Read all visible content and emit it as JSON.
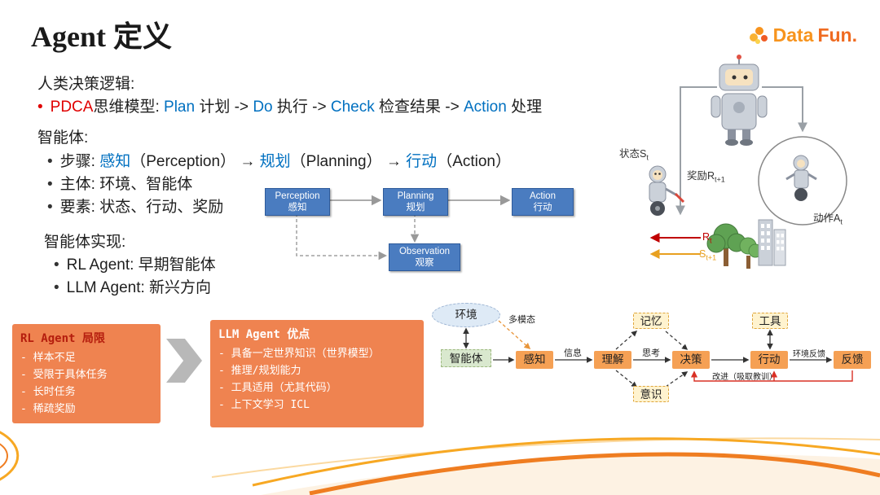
{
  "header": {
    "title": "Agent 定义",
    "brand_part1": "Data",
    "brand_part2": "Fun."
  },
  "ui": {
    "bullet": "•"
  },
  "human": {
    "heading": "人类决策逻辑:",
    "pdca": "PDCA",
    "model_label": "思维模型: ",
    "chain": [
      "Plan",
      " 计划 -> ",
      "Do",
      " 执行 -> ",
      "Check",
      " 检查结果 -> ",
      "Action",
      " 处理"
    ]
  },
  "agent": {
    "heading": "智能体:",
    "step_label": "步骤: ",
    "step_parts": [
      "感知",
      "（Perception） → ",
      "规划",
      "（Planning） → ",
      "行动",
      "（Action）"
    ],
    "subject": "主体: 环境、智能体",
    "elements": "要素: 状态、行动、奖励"
  },
  "impl": {
    "heading": "智能体实现:",
    "item1": "RL Agent: 早期智能体",
    "item2": "LLM Agent: 新兴方向"
  },
  "flow": {
    "perception": {
      "en": "Perception",
      "zh": "感知"
    },
    "planning": {
      "en": "Planning",
      "zh": "规划"
    },
    "action": {
      "en": "Action",
      "zh": "行动"
    },
    "observation": {
      "en": "Observation",
      "zh": "观察"
    }
  },
  "rl_box": {
    "title": "RL Agent 局限",
    "items": [
      "- 样本不足",
      "- 受限于具体任务",
      "- 长时任务",
      "- 稀疏奖励"
    ]
  },
  "llm_box": {
    "title": "LLM Agent 优点",
    "items": [
      "- 具备一定世界知识（世界模型）",
      "- 推理/规划能力",
      "- 工具适用（尤其代码）",
      "- 上下文学习 ICL"
    ]
  },
  "illustration": {
    "state": {
      "base": "状态S",
      "sub": "t"
    },
    "reward": {
      "base": "奖励R",
      "sub": "t+1"
    },
    "action": {
      "base": "动作A",
      "sub": "t"
    },
    "r": {
      "base": "R",
      "sub": "t"
    },
    "s": {
      "base": "S",
      "sub": "t+1"
    }
  },
  "pipeline": {
    "env": "环境",
    "agent": "智能体",
    "multimodal": "多模态",
    "perceive": "感知",
    "understand": "理解",
    "decide": "决策",
    "act": "行动",
    "feedback": "反馈",
    "memory": "记忆",
    "tool": "工具",
    "awareness": "意识",
    "info": "信息",
    "think": "思考",
    "env_feedback": "环境反馈",
    "improve": "改进（吸取教训）"
  }
}
